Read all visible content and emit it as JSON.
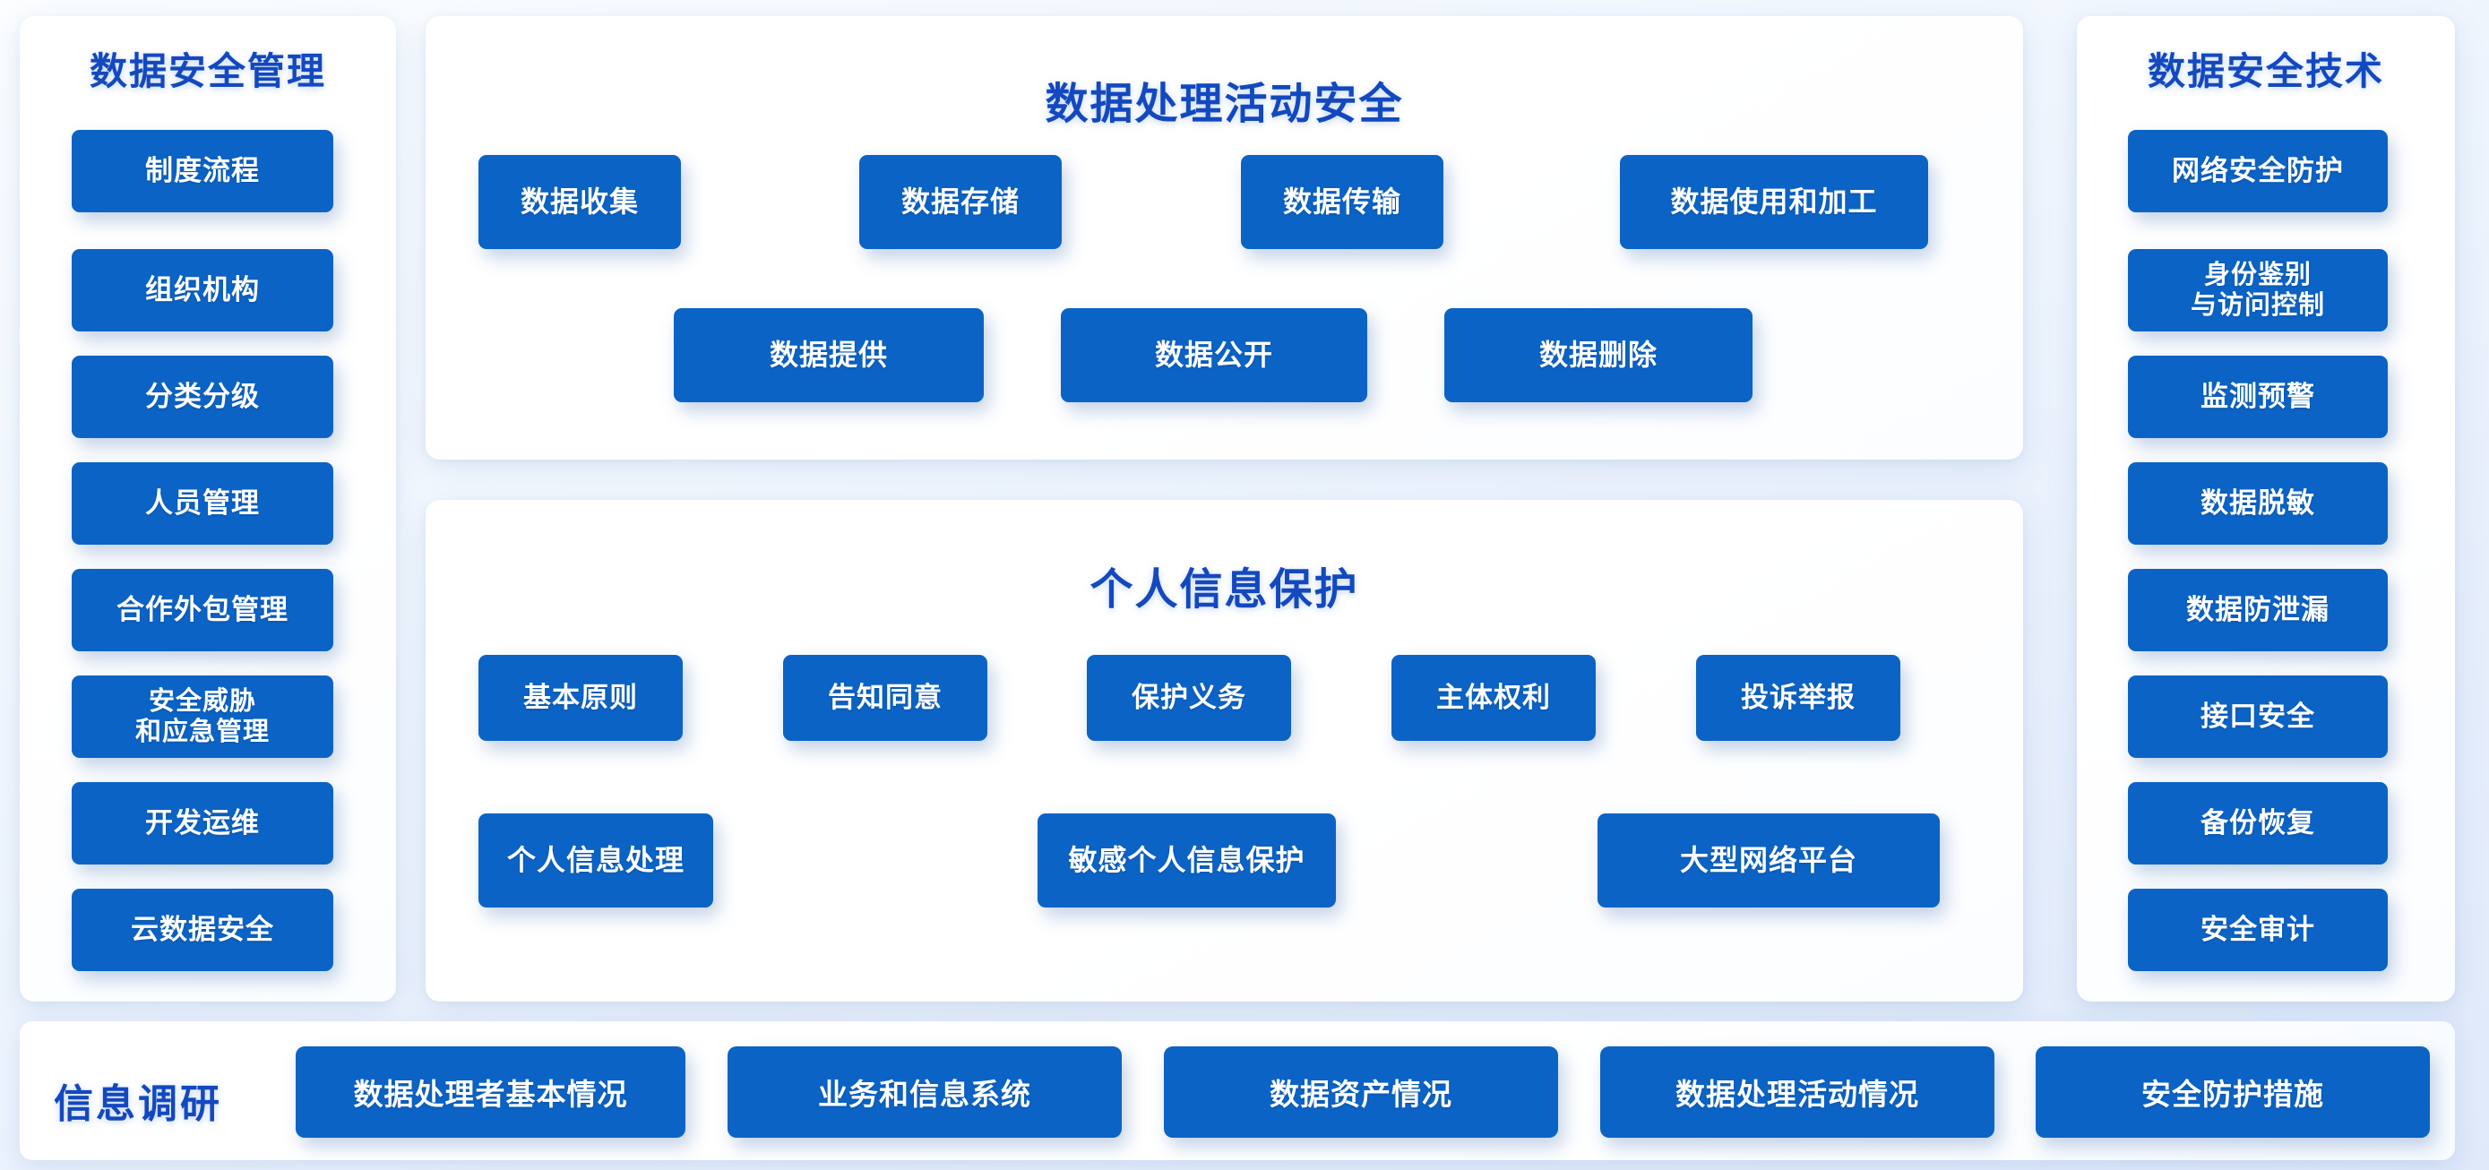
{
  "left_panel": {
    "title": "数据安全管理",
    "items": [
      {
        "label": "制度流程"
      },
      {
        "label": "组织机构"
      },
      {
        "label": "分类分级"
      },
      {
        "label": "人员管理"
      },
      {
        "label": "合作外包管理"
      },
      {
        "label": "安全威胁\n和应急管理"
      },
      {
        "label": "开发运维"
      },
      {
        "label": "云数据安全"
      }
    ]
  },
  "center_top_panel": {
    "title": "数据处理活动安全",
    "row1": [
      {
        "label": "数据收集"
      },
      {
        "label": "数据存储"
      },
      {
        "label": "数据传输"
      },
      {
        "label": "数据使用和加工"
      }
    ],
    "row2": [
      {
        "label": "数据提供"
      },
      {
        "label": "数据公开"
      },
      {
        "label": "数据删除"
      }
    ]
  },
  "center_bottom_panel": {
    "title": "个人信息保护",
    "row1": [
      {
        "label": "基本原则"
      },
      {
        "label": "告知同意"
      },
      {
        "label": "保护义务"
      },
      {
        "label": "主体权利"
      },
      {
        "label": "投诉举报"
      }
    ],
    "row2": [
      {
        "label": "个人信息处理"
      },
      {
        "label": "敏感个人信息保护"
      },
      {
        "label": "大型网络平台"
      }
    ]
  },
  "right_panel": {
    "title": "数据安全技术",
    "items": [
      {
        "label": "网络安全防护"
      },
      {
        "label": "身份鉴别\n与访问控制"
      },
      {
        "label": "监测预警"
      },
      {
        "label": "数据脱敏"
      },
      {
        "label": "数据防泄漏"
      },
      {
        "label": "接口安全"
      },
      {
        "label": "备份恢复"
      },
      {
        "label": "安全审计"
      }
    ]
  },
  "bottom_bar": {
    "label": "信息调研",
    "items": [
      {
        "label": "数据处理者基本情况"
      },
      {
        "label": "业务和信息系统"
      },
      {
        "label": "数据资产情况"
      },
      {
        "label": "数据处理活动情况"
      },
      {
        "label": "安全防护措施"
      }
    ]
  },
  "colors": {
    "chip_blue": "#0b63c5",
    "title_blue": "#1348bf",
    "card_white": "#ffffff",
    "page_background": "#e6eefb"
  }
}
